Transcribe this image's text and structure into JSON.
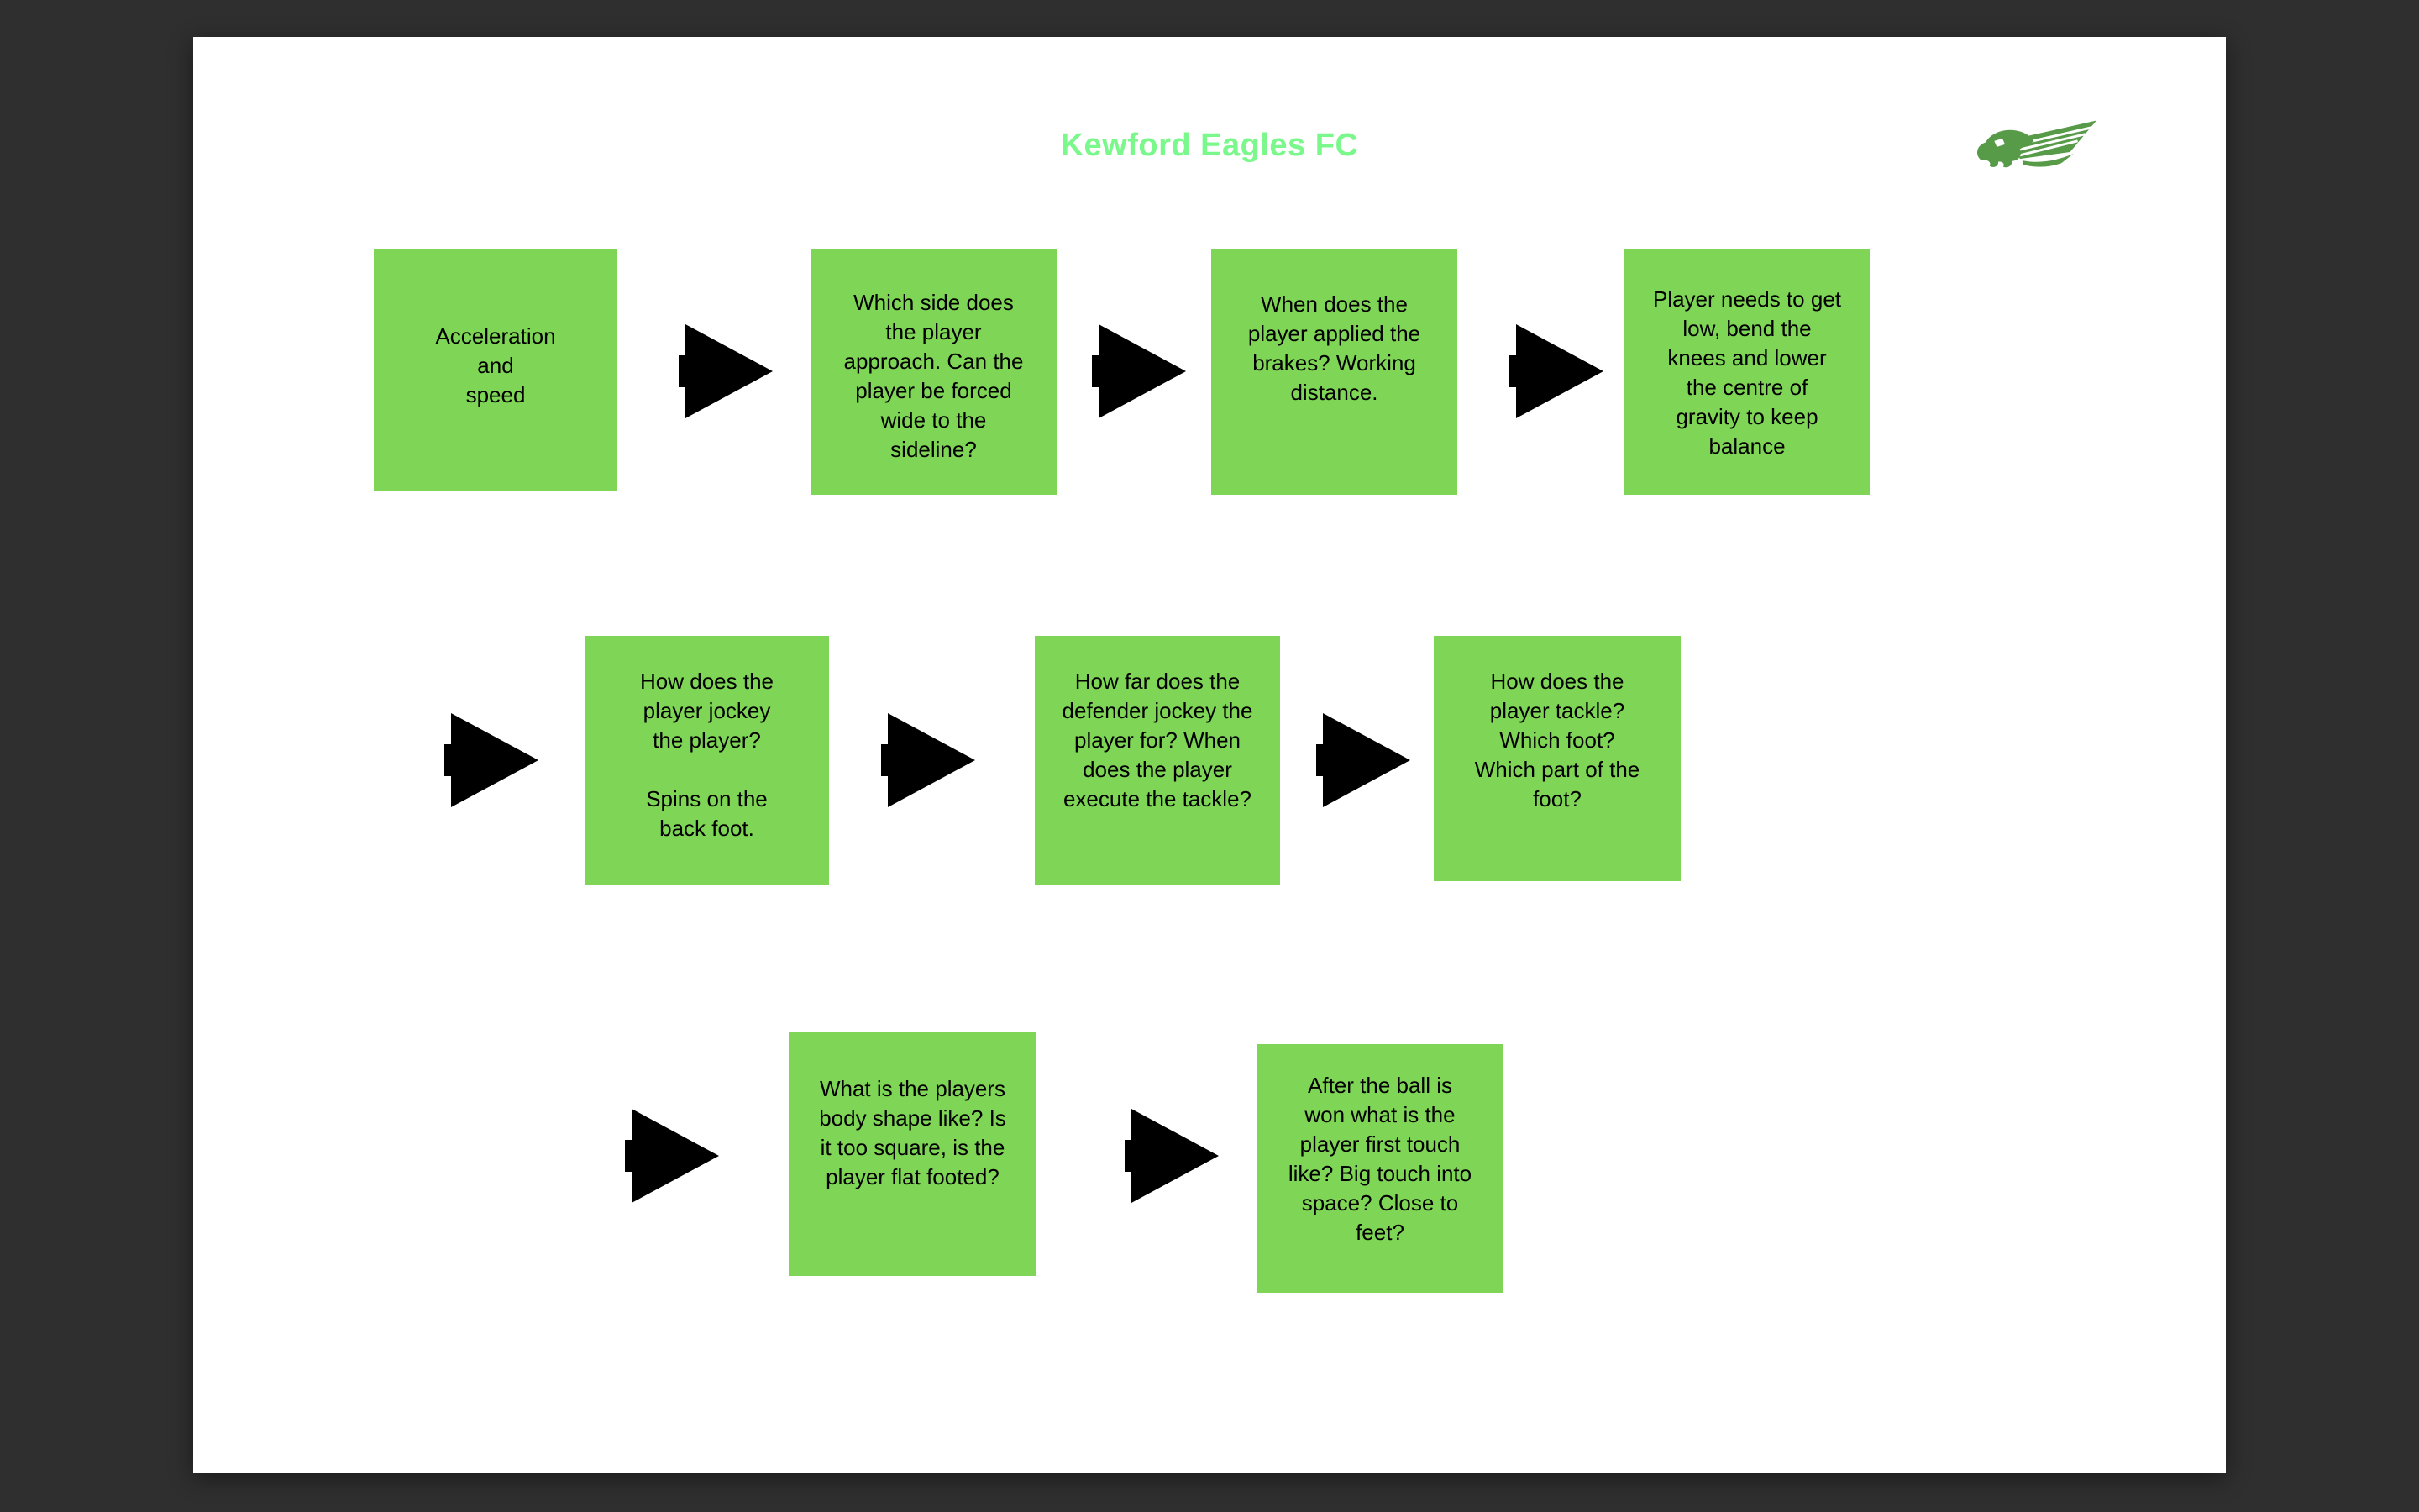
{
  "title": "Kewford Eagles FC",
  "colors": {
    "background": "#2f2f2f",
    "canvas": "#ffffff",
    "box_green": "#7ed556",
    "title_green": "#7bf88b",
    "logo_green": "#579a47",
    "arrow_black": "#000000",
    "text_black": "#000000"
  },
  "icons": {
    "logo": "eagle-head-with-speed-stripes",
    "arrow": "right-block-arrow"
  },
  "flow": {
    "rows": [
      {
        "boxes": [
          "Acceleration\nand\nspeed",
          "Which side does\nthe player\napproach. Can the\nplayer be forced\nwide to the\nsideline?",
          "When does the\nplayer applied the\nbrakes? Working\ndistance.",
          "Player needs to get\nlow, bend the\nknees and lower\nthe centre of\ngravity to keep\nbalance"
        ]
      },
      {
        "boxes": [
          "How does the\nplayer jockey\nthe player?\n\nSpins on the\nback foot.",
          "How far does the\ndefender jockey the\nplayer for? When\ndoes the player\nexecute the tackle?",
          "How does the\nplayer tackle?\nWhich foot?\nWhich part of the\nfoot?"
        ]
      },
      {
        "boxes": [
          "What is the players\nbody shape like? Is\nit too square, is the\nplayer flat footed?",
          "After the ball is\nwon what is the\nplayer first touch\nlike? Big touch into\nspace? Close to\nfeet?"
        ]
      }
    ]
  }
}
